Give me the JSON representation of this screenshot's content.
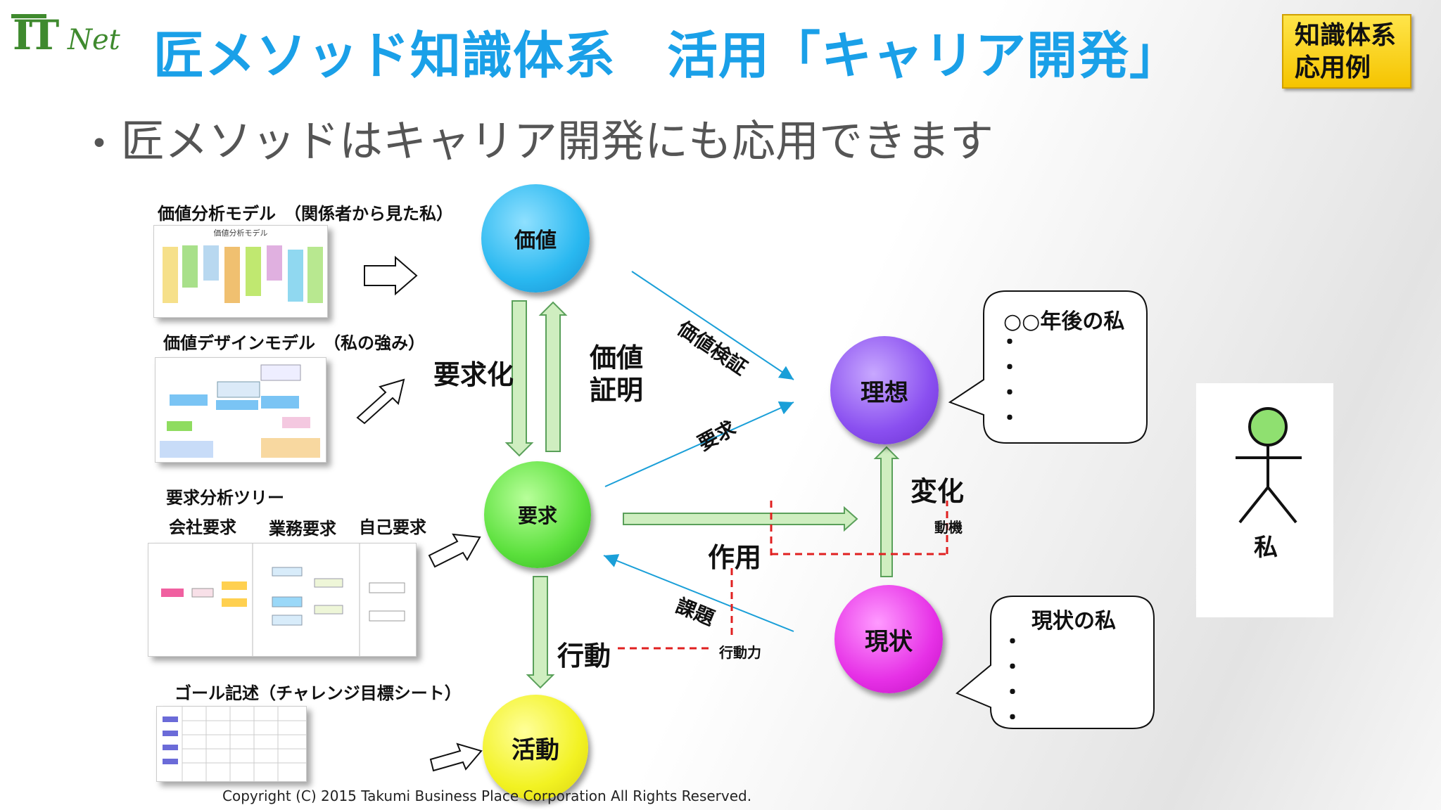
{
  "header": {
    "logo_it": "IT",
    "logo_net": "Net",
    "title": "匠メソッド知識体系　活用「キャリア開発」",
    "badge_line1": "知識体系",
    "badge_line2": "応用例"
  },
  "bullet": "匠メソッドはキャリア開発にも応用できます",
  "models": {
    "value_analysis": "価値分析モデル　（関係者から見た私）",
    "value_design": "価値デザインモデル　（私の強み）",
    "req_tree": "要求分析ツリー",
    "req_company": "会社要求",
    "req_business": "業務要求",
    "req_self": "自己要求",
    "goal": "ゴール記述（チャレンジ目標シート）",
    "thumb_value_analysis_title": "価値分析モデル"
  },
  "nodes": {
    "value": "価値",
    "requirement": "要求",
    "activity": "活動",
    "ideal": "理想",
    "current": "現状"
  },
  "arrows": {
    "youkyuuka": "要求化",
    "kachi_shoumei_1": "価値",
    "kachi_shoumei_2": "証明",
    "kachi_kensho": "価値検証",
    "youkyu": "要求",
    "henka": "変化",
    "douki": "動機",
    "sayou": "作用",
    "kadai": "課題",
    "koudou": "行動",
    "koudouryoku": "行動力"
  },
  "bubbles": {
    "future_title": "○○年後の私",
    "current_title": "現状の私",
    "bullet_char": "・"
  },
  "person": {
    "label": "私"
  },
  "footer": "Copyright (C) 2015 Takumi Business Place Corporation All Rights Reserved.",
  "colors": {
    "title": "#1aa0e8",
    "value": "#29b8f0",
    "requirement": "#5be03c",
    "activity": "#f2f222",
    "ideal": "#8a4ff0",
    "current": "#e630e6",
    "arrow_green": "#cfeec0",
    "arrow_blue": "#1a9fd8",
    "dash_red": "#e02020"
  }
}
